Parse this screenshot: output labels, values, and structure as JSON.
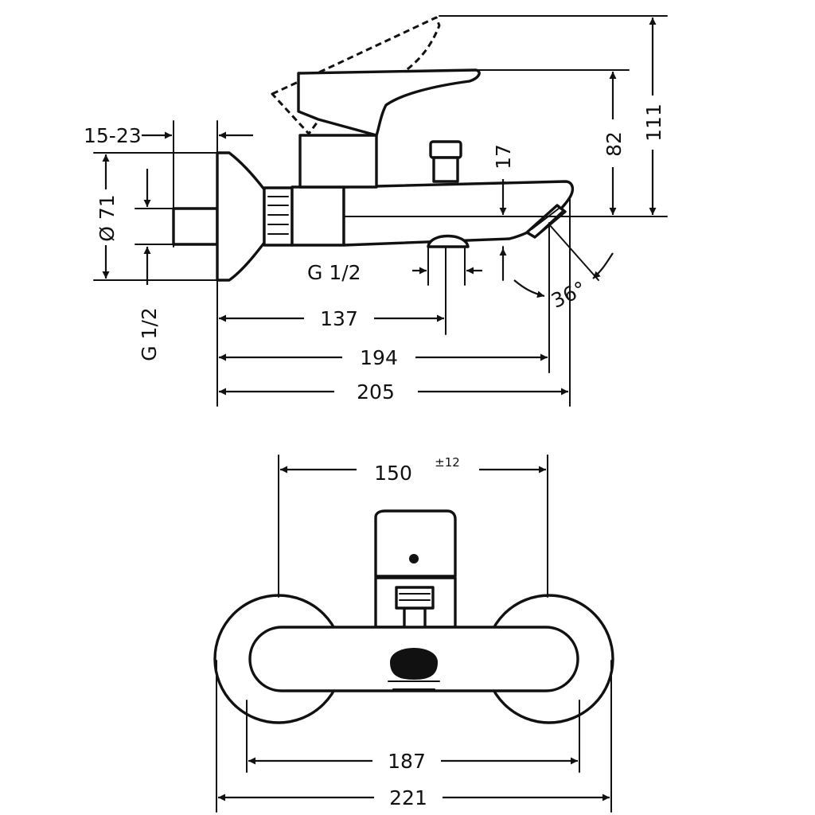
{
  "labels": {
    "d_15_23": "15-23",
    "d_71": "Ø 71",
    "d_g12_vertical": "G 1/2",
    "d_g12_horizontal": "G 1/2",
    "d_17": "17",
    "d_82": "82",
    "d_111": "111",
    "d_36": "36°",
    "d_137": "137",
    "d_194": "194",
    "d_205": "205",
    "d_150": "150",
    "d_150_tol": "±12",
    "d_187": "187",
    "d_221": "221"
  }
}
